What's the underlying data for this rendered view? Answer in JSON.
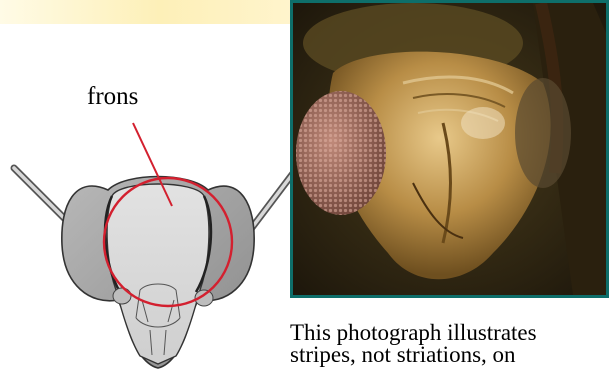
{
  "diagram": {
    "label": "frons"
  },
  "caption": {
    "line1": "This photograph illustrates",
    "line2": "stripes, not striations, on"
  },
  "colors": {
    "callout_red": "#d3202f",
    "frame_teal": "#0e6e6a",
    "head_gray": "#cfcfcf"
  }
}
